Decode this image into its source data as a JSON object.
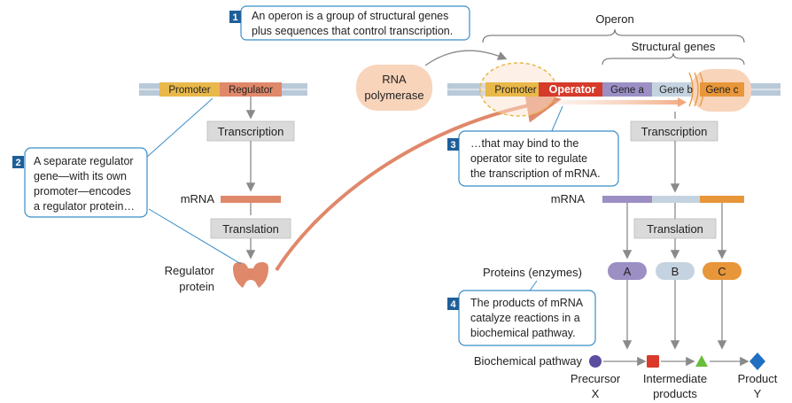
{
  "operon_label": "Operon",
  "structural_genes_label": "Structural genes",
  "rna_polymerase": [
    "RNA",
    "polymerase"
  ],
  "left_dna": {
    "promoter": "Promoter",
    "regulator": "Regulator"
  },
  "right_dna": {
    "promoter": "Promoter",
    "operator": "Operator",
    "gene_a": "Gene a",
    "gene_b": "Gene b",
    "gene_c": "Gene c"
  },
  "transcription": "Transcription",
  "translation": "Translation",
  "mrna": "mRNA",
  "regulator_protein": [
    "Regulator",
    "protein"
  ],
  "proteins_enzymes": "Proteins (enzymes)",
  "enzymes": [
    "A",
    "B",
    "C"
  ],
  "biochemical_pathway": "Biochemical pathway",
  "pathway_labels": {
    "precursor": [
      "Precursor",
      "X"
    ],
    "intermediate": [
      "Intermediate",
      "products"
    ],
    "product": [
      "Product",
      "Y"
    ]
  },
  "callouts": [
    {
      "number": "1",
      "lines": [
        "An operon is a group of structural genes",
        "plus sequences that control transcription."
      ]
    },
    {
      "number": "2",
      "lines": [
        "A separate regulator",
        "gene—with its own",
        "promoter—encodes",
        "a regulator protein…"
      ]
    },
    {
      "number": "3",
      "lines": [
        "…that may bind to the",
        "operator site to regulate",
        "the transcription of mRNA."
      ]
    },
    {
      "number": "4",
      "lines": [
        "The products of mRNA",
        "catalyze reactions in a",
        "biochemical pathway."
      ]
    }
  ],
  "colors": {
    "promoter": "#e9b84a",
    "regulator": "#e0886a",
    "operator": "#d63a2a",
    "gene_a": "#9b8fc4",
    "gene_b": "#c5d3e0",
    "gene_c": "#e8963a",
    "callout_border": "#3a8dc8",
    "badge": "#1f5f99",
    "mrna_left": "#e0886a",
    "precursor": "#5a4ea0",
    "intermediate": "#d93a2a",
    "intermediate2": "#6abf3a",
    "product": "#1f6fc2"
  }
}
